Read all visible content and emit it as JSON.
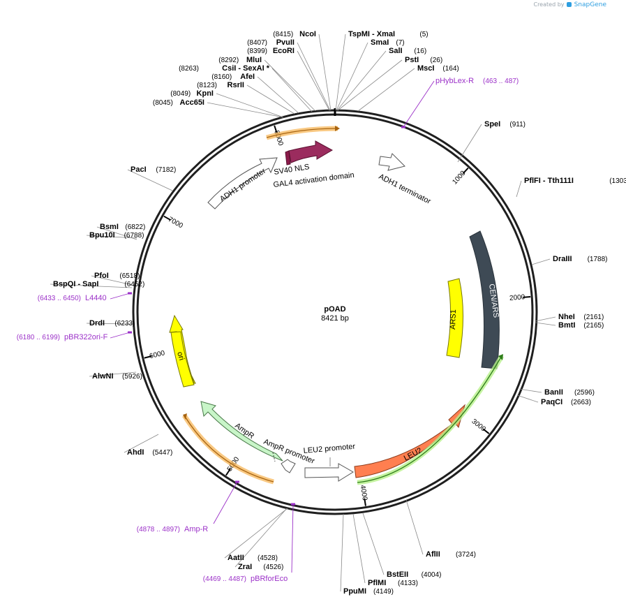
{
  "header": {
    "credit_prefix": "Created by",
    "brand": "SnapGene"
  },
  "plasmid": {
    "name": "pOAD",
    "size_label": "8421 bp",
    "length": 8421
  },
  "ticks": [
    "1000",
    "2000",
    "3000",
    "4000",
    "5000",
    "6000",
    "7000",
    "8000"
  ],
  "sites": [
    {
      "name": "NcoI",
      "pos_label": "(8415)",
      "bp": 8415
    },
    {
      "name": "PvuII",
      "pos_label": "(8407)",
      "bp": 8407
    },
    {
      "name": "EcoRI",
      "pos_label": "(8399)",
      "bp": 8399
    },
    {
      "name": "MluI",
      "pos_label": "(8292)",
      "bp": 8292
    },
    {
      "name": "CsiI  - SexAI *",
      "pos_label": "(8263)",
      "bp": 8263
    },
    {
      "name": "AfeI",
      "pos_label": "(8160)",
      "bp": 8160
    },
    {
      "name": "RsrII",
      "pos_label": "(8123)",
      "bp": 8123
    },
    {
      "name": "KpnI",
      "pos_label": "(8049)",
      "bp": 8049
    },
    {
      "name": "Acc65I",
      "pos_label": "(8045)",
      "bp": 8045
    },
    {
      "name": "TspMI   - XmaI",
      "pos_label": "(5)",
      "bp": 5
    },
    {
      "name": "SmaI",
      "pos_label": "(7)",
      "bp": 7
    },
    {
      "name": "SalI",
      "pos_label": "(16)",
      "bp": 16
    },
    {
      "name": "PstI",
      "pos_label": "(26)",
      "bp": 26
    },
    {
      "name": "MscI",
      "pos_label": "(164)",
      "bp": 164
    },
    {
      "name": "SpeI",
      "pos_label": "(911)",
      "bp": 911
    },
    {
      "name": "PflFI   - Tth111I",
      "pos_label": "(1303)",
      "bp": 1303
    },
    {
      "name": "DraIII",
      "pos_label": "(1788)",
      "bp": 1788
    },
    {
      "name": "NheI",
      "pos_label": "(2161)",
      "bp": 2161
    },
    {
      "name": "BmtI",
      "pos_label": "(2165)",
      "bp": 2165
    },
    {
      "name": "BanII",
      "pos_label": "(2596)",
      "bp": 2596
    },
    {
      "name": "PaqCI",
      "pos_label": "(2663)",
      "bp": 2663
    },
    {
      "name": "AflII",
      "pos_label": "(3724)",
      "bp": 3724
    },
    {
      "name": "BstEII",
      "pos_label": "(4004)",
      "bp": 4004
    },
    {
      "name": "PflMI",
      "pos_label": "(4133)",
      "bp": 4133
    },
    {
      "name": "PpuMI",
      "pos_label": "(4149)",
      "bp": 4149
    },
    {
      "name": "AatII",
      "pos_label": "(4528)",
      "bp": 4528
    },
    {
      "name": "ZraI",
      "pos_label": "(4526)",
      "bp": 4526
    },
    {
      "name": "AhdI",
      "pos_label": "(5447)",
      "bp": 5447
    },
    {
      "name": "AlwNI",
      "pos_label": "(5926)",
      "bp": 5926
    },
    {
      "name": "DrdI",
      "pos_label": "(6233)",
      "bp": 6233
    },
    {
      "name": "PfoI",
      "pos_label": "(6518)",
      "bp": 6518
    },
    {
      "name": "BspQI   - SapI",
      "pos_label": "(6452)",
      "bp": 6452
    },
    {
      "name": "BsmI",
      "pos_label": "(6822)",
      "bp": 6822
    },
    {
      "name": "Bpu10I",
      "pos_label": "(6788)",
      "bp": 6788
    },
    {
      "name": "PacI",
      "pos_label": "(7182)",
      "bp": 7182
    }
  ],
  "primers": [
    {
      "name": "pHybLex-R",
      "range_label": "(463 .. 487)",
      "start": 463,
      "end": 487
    },
    {
      "name": "L4440",
      "range_label": "(6433 .. 6450)",
      "start": 6433,
      "end": 6450
    },
    {
      "name": "pBR322ori-F",
      "range_label": "(6180 .. 6199)",
      "start": 6180,
      "end": 6199
    },
    {
      "name": "Amp-R",
      "range_label": "(4878 .. 4897)",
      "start": 4878,
      "end": 4897
    },
    {
      "name": "pBRforEco",
      "range_label": "(4469 .. 4487)",
      "start": 4469,
      "end": 4487
    }
  ],
  "features": [
    {
      "name": "SV40 NLS",
      "color": "#8b1a4a"
    },
    {
      "name": "GAL4 activation domain",
      "color": "#9b2c5e"
    },
    {
      "name": "ADH1 promoter",
      "color": "#ffffff"
    },
    {
      "name": "ADH1 terminator",
      "color": "#ffffff"
    },
    {
      "name": "CEN/ARS",
      "color": "#3e4a55"
    },
    {
      "name": "ARS1",
      "color": "#ffff00"
    },
    {
      "name": "LEU2",
      "color": "#ff7f50"
    },
    {
      "name": "LEU2 promoter",
      "color": "#ffffff"
    },
    {
      "name": "AmpR",
      "color": "#c8f5c8"
    },
    {
      "name": "AmpR promoter",
      "color": "#ffffff"
    },
    {
      "name": "ori",
      "color": "#ffff00"
    }
  ]
}
